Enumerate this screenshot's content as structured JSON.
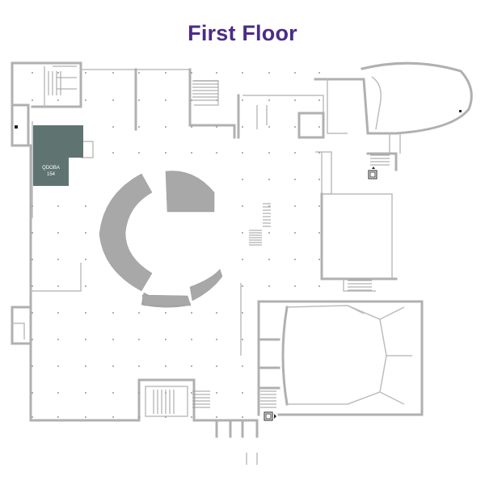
{
  "title": "First Floor",
  "rooms": [
    {
      "name": "QDOBA",
      "number": "154",
      "highlight_color": "#5f7471"
    }
  ],
  "colors": {
    "title": "#4b2c86",
    "walls": "#b0b0b0",
    "seating_ring": "#a8a8a8",
    "highlight": "#5f7471"
  },
  "icons": [
    "elevator-icon",
    "elevator-icon"
  ]
}
